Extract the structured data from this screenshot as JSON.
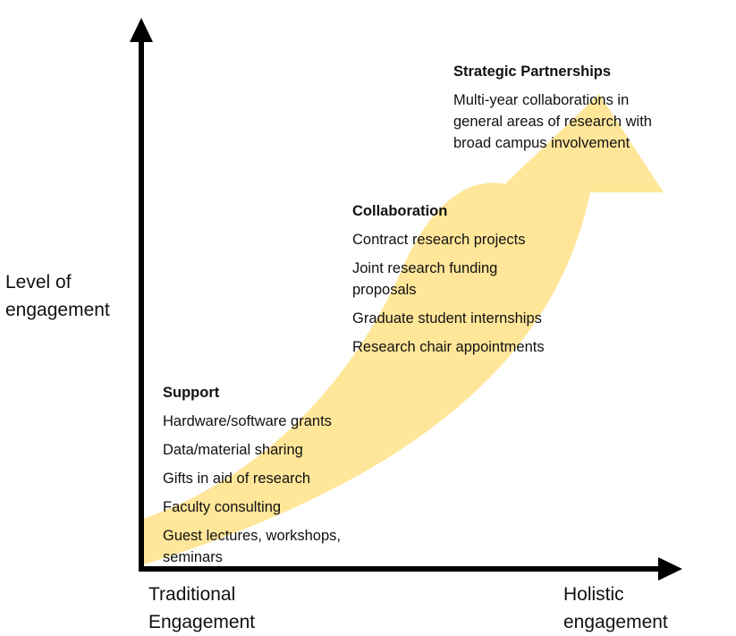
{
  "axes": {
    "y_label": [
      "Level of",
      "engagement"
    ],
    "x_label_left": [
      "Traditional",
      "Engagement"
    ],
    "x_label_right": [
      "Holistic",
      "engagement"
    ]
  },
  "colors": {
    "arrow_fill": "#FFE699",
    "axis": "#000000"
  },
  "stages": {
    "strategic": {
      "title": "Strategic Partnerships",
      "items": [
        [
          "Multi-year collaborations in",
          "general areas of research with",
          "broad campus involvement"
        ]
      ]
    },
    "collaboration": {
      "title": "Collaboration",
      "items": [
        [
          "Contract research projects"
        ],
        [
          "Joint research funding",
          "proposals"
        ],
        [
          "Graduate student internships"
        ],
        [
          "Research chair appointments"
        ]
      ]
    },
    "support": {
      "title": "Support",
      "items": [
        [
          "Hardware/software grants"
        ],
        [
          "Data/material sharing"
        ],
        [
          "Gifts in aid of research"
        ],
        [
          "Faculty consulting"
        ],
        [
          "Guest lectures, workshops,",
          "seminars"
        ]
      ]
    }
  }
}
